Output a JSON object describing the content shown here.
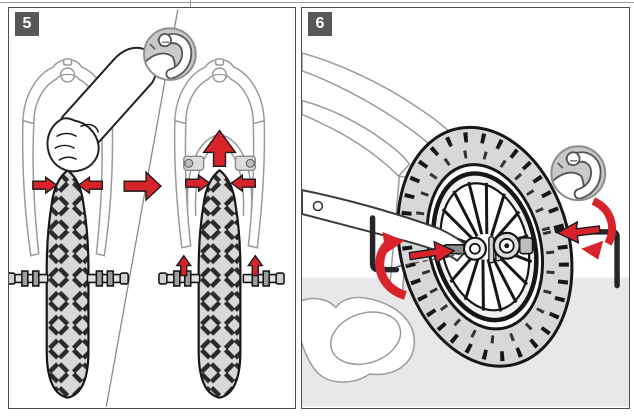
{
  "sheet": {
    "kind": "assembly-instruction-figure"
  },
  "panels": [
    {
      "step_label": "5",
      "alt": "push front wheel up into fork, two stages",
      "icons": [
        "muscle-effort-icon",
        "squeeze-arrow",
        "next-step-arrow",
        "insert-up-arrow",
        "dropout-up-arrow"
      ]
    },
    {
      "step_label": "6",
      "alt": "tighten wheel axle with two hex keys",
      "icons": [
        "muscle-effort-icon",
        "hex-key",
        "rotation-arrow",
        "push-arrow",
        "alignment-dashed-line"
      ]
    }
  ],
  "colors": {
    "accent_red": "#D9232B",
    "badge_bg": "#57585A",
    "badge_text": "#FFFFFF",
    "tire_gray": "#D8D8D8",
    "floor_gray": "#E8E8E8",
    "outline_gray": "#9A9A9A",
    "ink": "#1A1A1A",
    "muscle_circle_gray": "#C9C9C9"
  }
}
